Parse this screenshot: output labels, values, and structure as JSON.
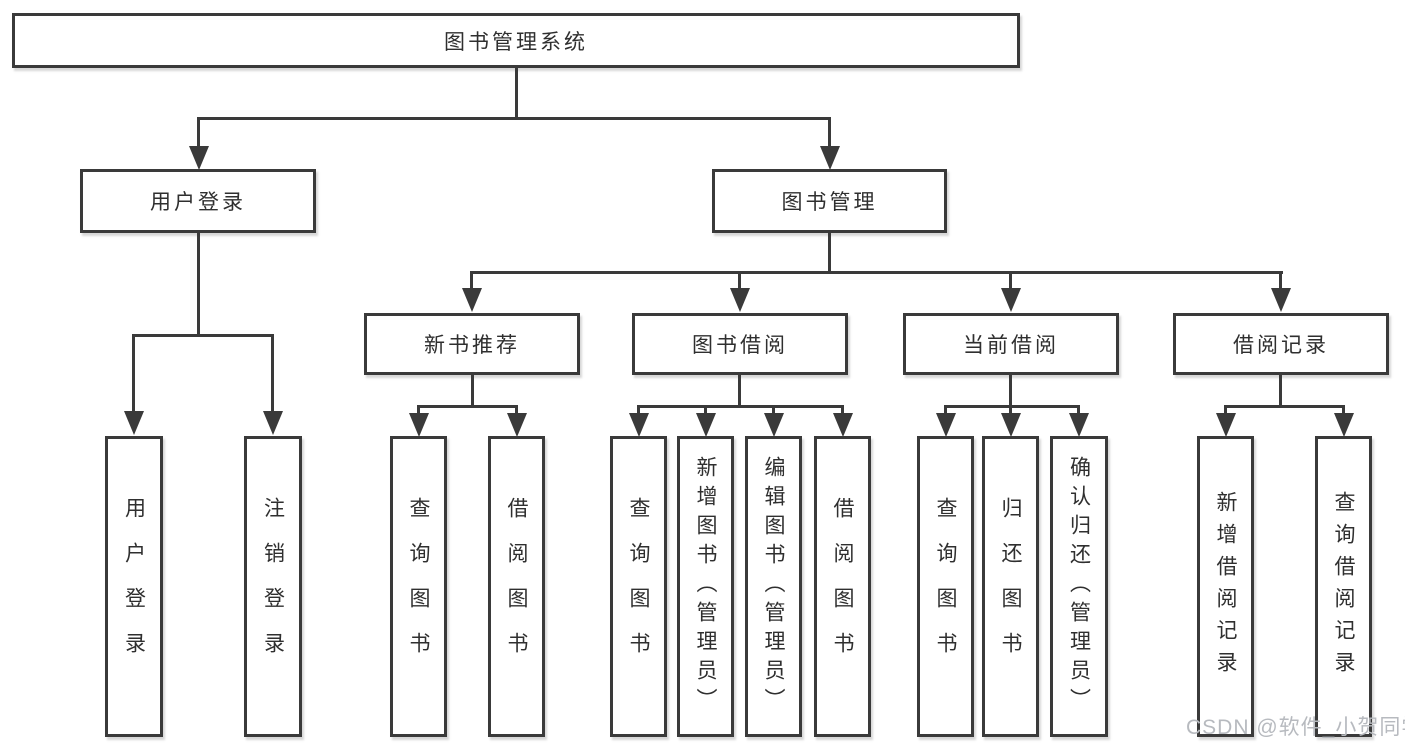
{
  "nodes": {
    "root": {
      "label": "图书管理系统"
    },
    "user_login": {
      "label": "用户登录"
    },
    "book_mgmt": {
      "label": "图书管理"
    },
    "new_books": {
      "label": "新书推荐"
    },
    "book_borrow": {
      "label": "图书借阅"
    },
    "current_borrow": {
      "label": "当前借阅"
    },
    "borrow_records": {
      "label": "借阅记录"
    },
    "leaves": {
      "user_login_leaf": {
        "label": "用户登录"
      },
      "logout": {
        "label": "注销登录"
      },
      "nb_query_books": {
        "label": "查询图书"
      },
      "nb_borrow_books": {
        "label": "借阅图书"
      },
      "bb_query_books": {
        "label": "查询图书"
      },
      "bb_add_books": {
        "label": "新增图书（管理员）"
      },
      "bb_edit_books": {
        "label": "编辑图书（管理员）"
      },
      "bb_borrow_books": {
        "label": "借阅图书"
      },
      "cb_query_books": {
        "label": "查询图书"
      },
      "cb_return_books": {
        "label": "归还图书"
      },
      "cb_confirm_return": {
        "label": "确认归还（管理员）"
      },
      "br_add_record": {
        "label": "新增借阅记录"
      },
      "br_query_record": {
        "label": "查询借阅记录"
      }
    }
  },
  "edges": [
    {
      "from": "图书管理系统",
      "to": [
        "用户登录",
        "图书管理"
      ]
    },
    {
      "from": "用户登录",
      "to": [
        "用户登录",
        "注销登录"
      ]
    },
    {
      "from": "图书管理",
      "to": [
        "新书推荐",
        "图书借阅",
        "当前借阅",
        "借阅记录"
      ]
    },
    {
      "from": "新书推荐",
      "to": [
        "查询图书",
        "借阅图书"
      ]
    },
    {
      "from": "图书借阅",
      "to": [
        "查询图书",
        "新增图书（管理员）",
        "编辑图书（管理员）",
        "借阅图书"
      ]
    },
    {
      "from": "当前借阅",
      "to": [
        "查询图书",
        "归还图书",
        "确认归还（管理员）"
      ]
    },
    {
      "from": "借阅记录",
      "to": [
        "新增借阅记录",
        "查询借阅记录"
      ]
    }
  ],
  "watermark": {
    "text": "CSDN @软件_小贺同学",
    "color": "#b7babf"
  },
  "colors": {
    "line": "#3a3a3a",
    "box_border": "#3a3a3a",
    "text": "#2f2f2f",
    "background": "#ffffff"
  }
}
